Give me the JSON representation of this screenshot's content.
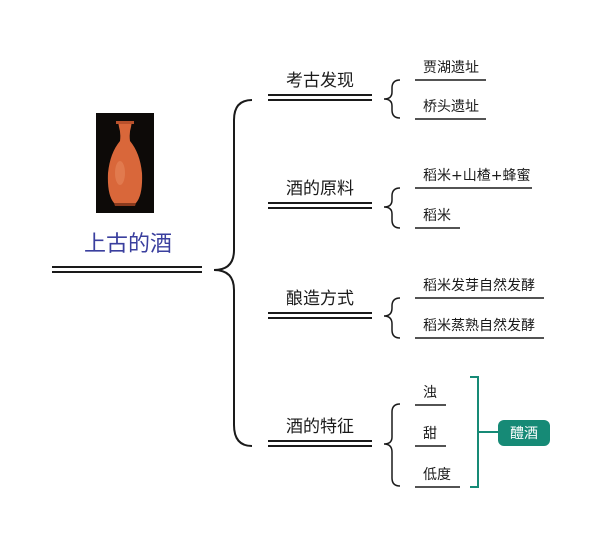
{
  "root": {
    "title": "上古的酒"
  },
  "branches": [
    {
      "label": "考古发现",
      "leaves": [
        "贾湖遗址",
        "桥头遗址"
      ]
    },
    {
      "label": "酒的原料",
      "leaves": [
        "稻米+山楂+蜂蜜",
        "稻米"
      ]
    },
    {
      "label": "酿造方式",
      "leaves": [
        "稻米发芽自然发酵",
        "稻米蒸熟自然发酵"
      ]
    },
    {
      "label": "酒的特征",
      "leaves": [
        "浊",
        "甜",
        "低度"
      ]
    }
  ],
  "summary_tag": {
    "label": "醴酒"
  },
  "colors": {
    "accent": "#168a76",
    "title": "#3a3f9e",
    "vase": "#d9673a"
  }
}
